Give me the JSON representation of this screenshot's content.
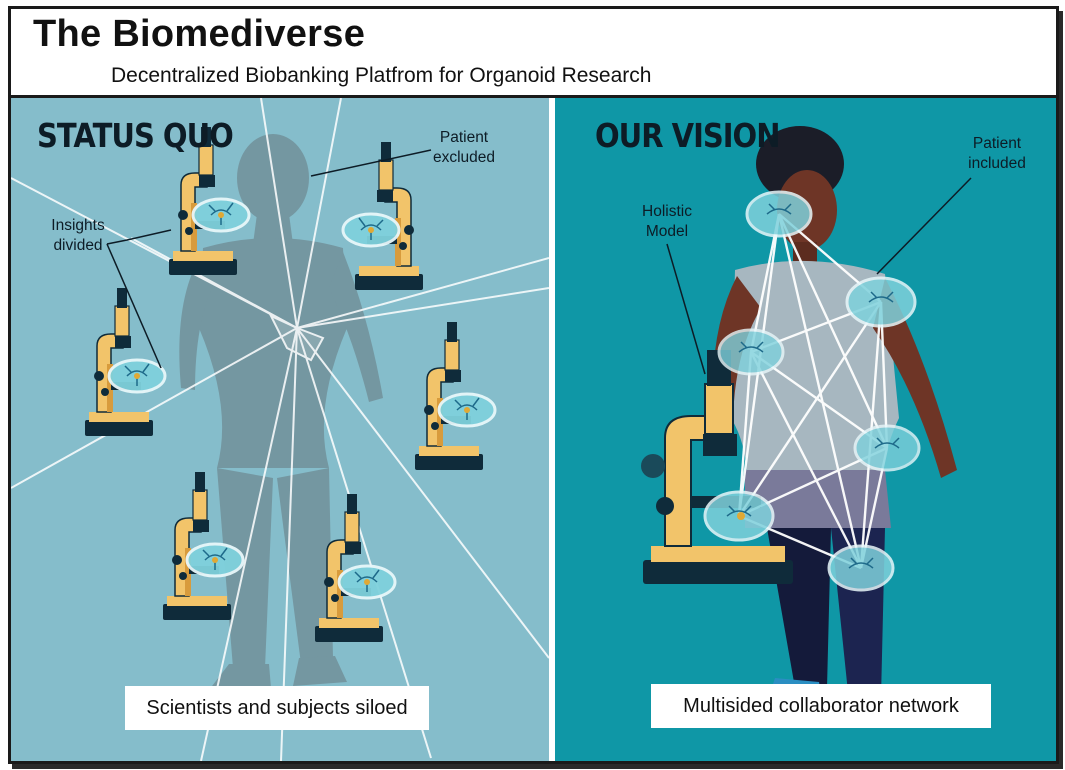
{
  "header": {
    "title": "The Biomediverse",
    "subtitle": "Decentralized Biobanking Platfrom for Organoid Research"
  },
  "left_panel": {
    "heading": "STATUS QUO",
    "label_patient": [
      "Patient",
      "excluded"
    ],
    "label_insights": [
      "Insights",
      "divided"
    ],
    "caption": "Scientists and subjects siloed"
  },
  "right_panel": {
    "heading": "OUR VISION",
    "label_patient": [
      "Patient",
      "included"
    ],
    "label_model": [
      "Holistic",
      "Model"
    ],
    "caption": "Multisided collaborator network"
  },
  "colors": {
    "status_quo_bg": "#85bdcb",
    "vision_bg": "#0f97a6",
    "microscope_body": "#f2c46a",
    "microscope_base": "#0f2b3a",
    "petri_dish": "#7fd1dc"
  }
}
